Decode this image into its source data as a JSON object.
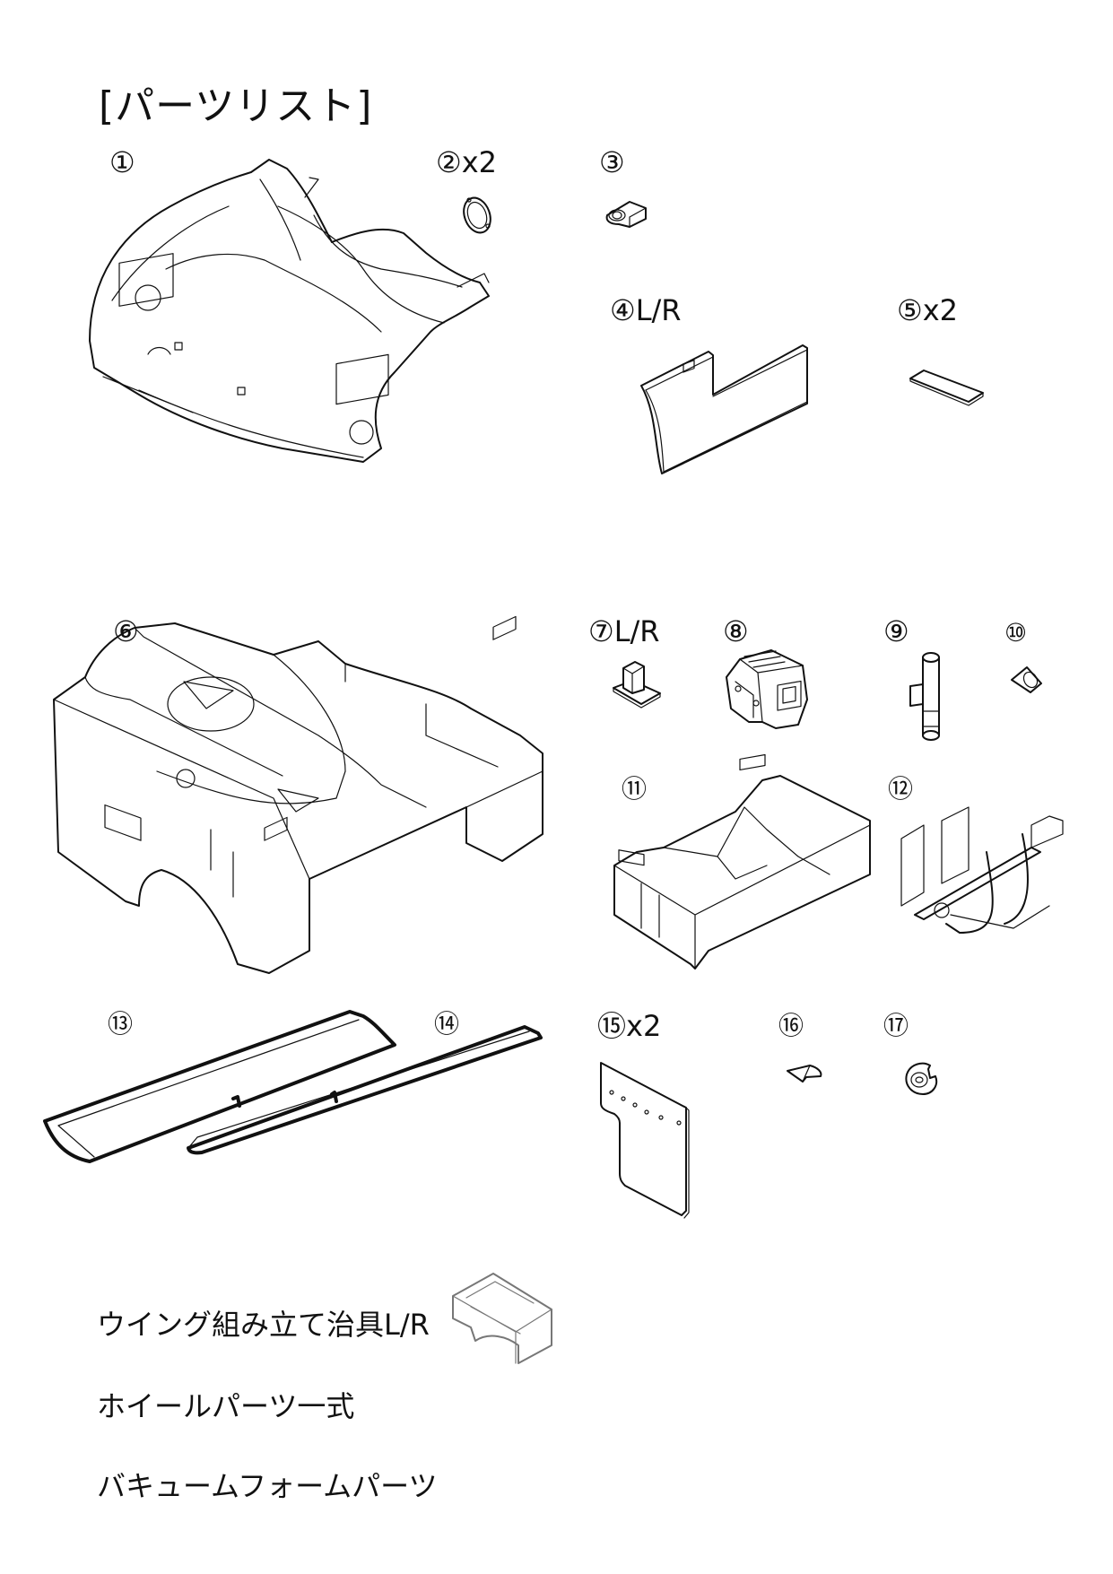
{
  "page": {
    "title": "[パーツリスト]"
  },
  "parts": [
    {
      "id": "part-1",
      "label": "①",
      "qty": ""
    },
    {
      "id": "part-2",
      "label": "②",
      "qty": "x2"
    },
    {
      "id": "part-3",
      "label": "③",
      "qty": ""
    },
    {
      "id": "part-4",
      "label": "④",
      "qty": "L/R"
    },
    {
      "id": "part-5",
      "label": "⑤",
      "qty": "x2"
    },
    {
      "id": "part-6",
      "label": "⑥",
      "qty": ""
    },
    {
      "id": "part-7",
      "label": "⑦",
      "qty": "L/R"
    },
    {
      "id": "part-8",
      "label": "⑧",
      "qty": ""
    },
    {
      "id": "part-9",
      "label": "⑨",
      "qty": ""
    },
    {
      "id": "part-10",
      "label": "⑩",
      "qty": ""
    },
    {
      "id": "part-11",
      "label": "⑪",
      "qty": ""
    },
    {
      "id": "part-12",
      "label": "⑫",
      "qty": ""
    },
    {
      "id": "part-13",
      "label": "⑬",
      "qty": ""
    },
    {
      "id": "part-14",
      "label": "⑭",
      "qty": ""
    },
    {
      "id": "part-15",
      "label": "⑮",
      "qty": "x2"
    },
    {
      "id": "part-16",
      "label": "⑯",
      "qty": ""
    },
    {
      "id": "part-17",
      "label": "⑰",
      "qty": ""
    }
  ],
  "extras": [
    {
      "label": "ウイング組み立て治具L/R"
    },
    {
      "label": "ホイールパーツ一式"
    },
    {
      "label": "バキュームフォームパーツ"
    }
  ]
}
